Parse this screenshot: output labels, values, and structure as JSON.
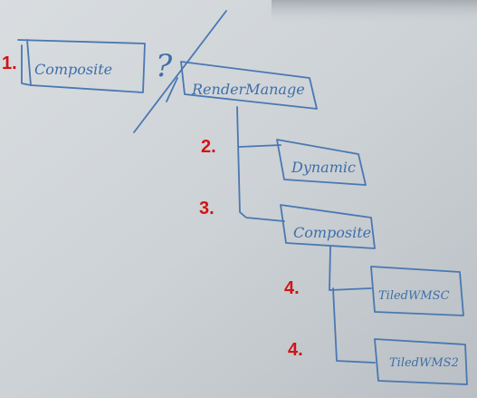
{
  "colors": {
    "marker_blue": "#3f6fa8",
    "annotation_red": "#d21414",
    "board_gray": "#cfd4d8"
  },
  "annotations": {
    "n1": "1.",
    "n2": "2.",
    "n3": "3.",
    "n4a": "4.",
    "n4b": "4."
  },
  "boxes": {
    "composite_left": "Composite",
    "question_mark": "?",
    "render_manager": "RenderManage",
    "dynamic": "Dynamic",
    "composite_right": "Composite",
    "tiled_wmsc": "TiledWMSC",
    "tiled_wms2": "TiledWMS2"
  }
}
